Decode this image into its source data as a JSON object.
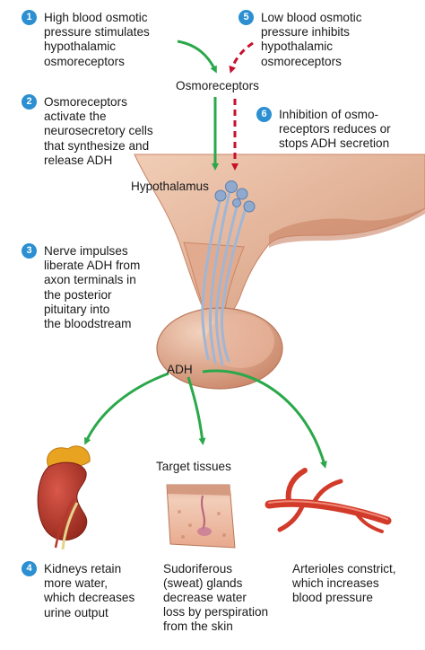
{
  "steps": [
    {
      "number": "1",
      "text": "High blood osmotic\npressure stimulates\nhypothalamic\nosmoreceptors"
    },
    {
      "number": "2",
      "text": "Osmoreceptors\nactivate the\nneurosecretory cells\nthat synthesize and\nrelease ADH"
    },
    {
      "number": "3",
      "text": "Nerve impulses\nliberate ADH from\naxon terminals in\nthe posterior\npituitary into\nthe bloodstream"
    },
    {
      "number": "4",
      "text": "Kidneys retain\nmore water,\nwhich decreases\nurine output"
    },
    {
      "number": "5",
      "text": "Low blood osmotic\npressure inhibits\nhypothalamic\nosmoreceptors"
    },
    {
      "number": "6",
      "text": "Inhibition of osmo-\nreceptors reduces or\nstops ADH secretion"
    }
  ],
  "labels": {
    "osmoreceptors": "Osmoreceptors",
    "hypothalamus": "Hypothalamus",
    "adh": "ADH",
    "target_tissues": "Target tissues",
    "sweat_glands": "Sudoriferous\n(sweat) glands\ndecrease water\nloss by perspiration\nfrom the skin",
    "arterioles": "Arterioles constrict,\nwhich increases\nblood pressure"
  },
  "colors": {
    "badge": "#2b8fd1",
    "stimulate_arrow": "#2aa84a",
    "inhibit_arrow": "#c8102e",
    "tissue": "#e9b59a",
    "tissue_dark": "#c98466",
    "kidney": "#b5392a",
    "adrenal": "#e8a321",
    "artery": "#d23a2a",
    "nerve": "#9fb6d6"
  }
}
